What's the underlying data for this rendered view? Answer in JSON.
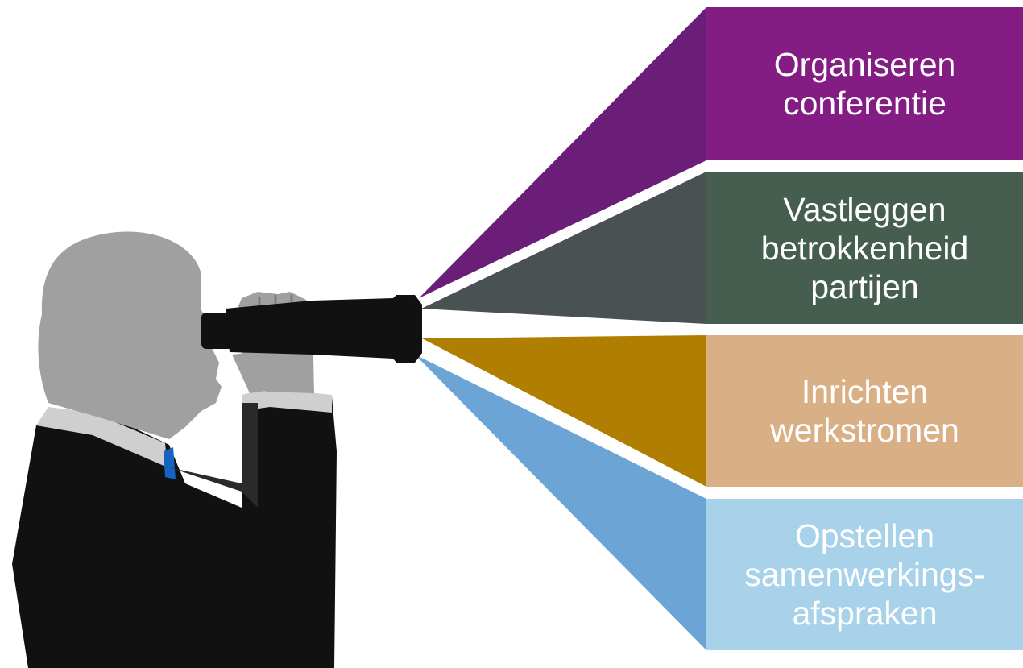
{
  "goals": [
    {
      "label": "Organiseren\nconferentie",
      "box_color": "#831C83",
      "beam_color": "#6A1E77"
    },
    {
      "label": "Vastleggen\nbetrokkenheid\npartijen",
      "box_color": "#455E50",
      "beam_color": "#4A5153"
    },
    {
      "label": "Inrichten\nwerkstromen",
      "box_color": "#D9AF85",
      "beam_color": "#B07E00"
    },
    {
      "label": "Opstellen\nsamenwerkings-\nafspraken",
      "box_color": "#A7D2E9",
      "beam_color": "#6CA5D5"
    }
  ],
  "figure": {
    "description_icon": "businessman-with-binoculars-icon",
    "skin_color": "#A0A0A0",
    "suit_color": "#111111",
    "shirt_color": "#CFCFCF",
    "tie_color": "#1565C0"
  }
}
